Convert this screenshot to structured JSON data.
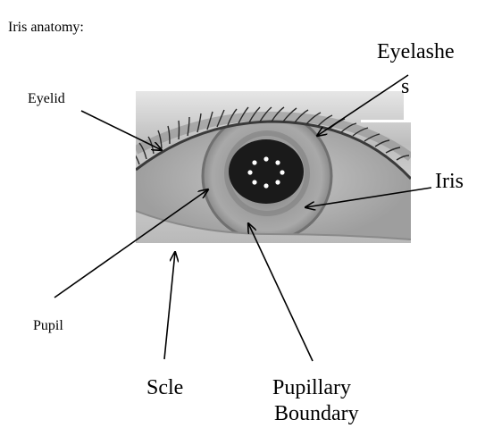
{
  "title": "Iris anatomy:",
  "labels": {
    "eyelid": "Eyelid",
    "eyelashes_line1": "Eyelashe",
    "eyelashes_line2": "s",
    "iris": "Iris",
    "pupil": "Pupil",
    "sclera": "Scle",
    "pupillary_line1": "Pupillary",
    "pupillary_line2": "Boundary"
  },
  "colors": {
    "background": "#ffffff",
    "text": "#000000",
    "arrow": "#000000",
    "photo_skin": "#d9d9d9",
    "iris": "#9a9a9a",
    "pupil": "#1a1a1a"
  }
}
